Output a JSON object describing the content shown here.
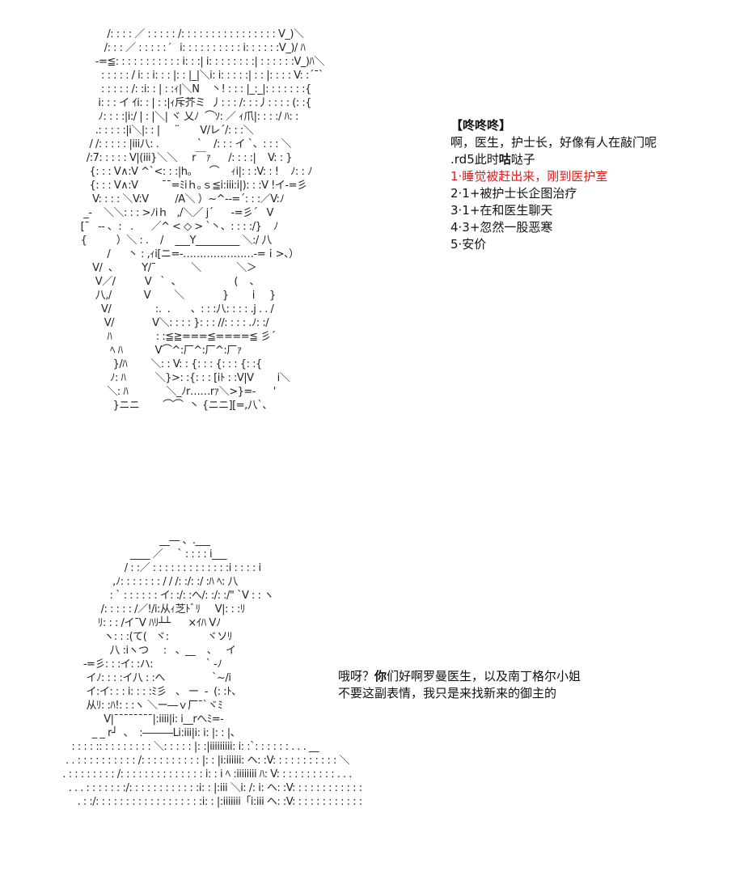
{
  "art": {
    "top_lines": [
      "          /: : : : ／ : : : : : /: : : : : : : : : : : : : : : : V_)＼",
      "         /: : : ／ : : : : : ′   i: : : : : : : : : : i: : : : : :V_)/ ﾊ",
      "      ‐=≦: : : : : : : : : : : i: : :| i: : : : : : : :| : : : : : :V_)ﾊ＼",
      "        : : : : : / i: : i: : : |: : |_|＼i: i: : : : :| : : |: : : : V: :´¯`",
      "        : : : : : /: :i: : | : :ｨ|＼N    丶! : : : |_:_|: : : : : : :{",
      "       i: : : イ ｲi: : | : :|ｨ斥芥ミ  丿: : : /: : :丿: : : : (: :{",
      "       ﾉ: : : :|i:/ | : |＼| ヾ 乂ﾉ  ⌒ｿ: ／ ｨ爪|: : : :/ ﾊ: :",
      "      .: : : : :|i＼|: : |     ¨       V/レ´/: : :＼",
      "    / /: : : : : |iii八: .             `    /: : : イ `、: : : ＼",
      "   /:7: : : : : V|(iii}＼＼     r￣ｧ      /: : : :|    V: : }",
      "    {: : : V∧:V ^`<: : :|h。    ⌒    ｨi|: : :V: : !    ﾉ: : ﾉ",
      "    {: : : V∧:V        ¯¯=ﾐiｈ｡ｓ≦i:iii:i|): : :V !イ-=彡",
      "     V: : : : ＼V:V         /A＼ ）~^‐‐=´: : :／V:ﾉ",
      "  _‐    ＼＼: : : >ﾉiｈ   ,/＼／ j´      -=彡´   V",
      " [¯   -- ､  :   .      ／^ < ◇ > `丶、: : : :/}    ﾉ",
      " {          ）＼ : .    /    ___Y_________ ＼:/ 八",
      "          /      丶 : ,ｨi[ニ=‐…………………‐=ｉ>、）",
      "     V/  、        Y/¯            ＼            ＼＞",
      "      V／/          V   `  、                  (    、",
      "      八,/           V        ＼             }        i     }",
      "        V/               :.  .       、: : :八: : : : .j . . /",
      "         V/             V＼: : : : }: : : //: : : : .ﾉ: :/",
      "          ﾊ               : :≦≧===≦====≦ 彡´",
      "           ﾍ ﾊ           V⌒^:厂^:厂^:厂ｧ",
      "            }/ﾊ        ＼: : V: : {: : : {: : : {: :{",
      "           ﾉ: ﾊ          ＼}>: :{: : : [iﾄ : :V|V        i＼",
      "          ＼: ﾊ             ＼_ﾉr……rｧ＼>}=‐      '",
      "            }ニニ        ⌒⌒  丶 {ニニ][=,八`、"
    ],
    "bottom_lines": [
      "                                        __― 、.___",
      "                              ____ ／     ` : : : : i___",
      "                            / : :／ : : : : : : : : : : : : :i : : : : i",
      "                        ,ﾉ: : : : : : : / / /: :/: :/ :ﾊ ﾍ: 八",
      "                       : ` : : : : : : イ: :/: :へ/: :/: :/\" `V : : ヽ",
      "                    /: : : : : /／!/i:从ｨ芝ﾄﾞﾘ     V|: : :ﾘ",
      "                   ﾘ: : : /イ¯V ﾊﾘ┴┴      ×ｲﾊ Vﾉ",
      "                     ヽ: : :(て(   ヾ:             ヾソﾘ",
      "                       八 :iヽつ     :   、__    、   イ",
      "              ‐=彡: : :イ: :ハ:                  ` ‐ﾉ",
      "               イﾉ: : : :イ八 : :へ                `~/i",
      "               イ:イ: : : i: : : :ﾐ彡   、 ー  ‐  (: :ﾄ、",
      "               从ﾘ: :ﾊ!: : :ヽ ＼ー―ｖ厂¯`ヾﾐ",
      "                     V|¯¯¯¯¯¯¯¯|:iiii|i: i__rへﾐ=‐",
      "                 _ _ r┘  、  :―――Li:iii|i: i: |: : |、",
      "          : : : : :: : : : : : : : : ＼: : : : : |: :|iiiiiiiii: i: :`: : : : : : . . . __",
      "        . . : : : : : : : : : : /: : : : : : : : : : |: : |i:iiiiii: ヘ: :V: : : : : : : : : : : ＼",
      "       . : : : : : : : : /: : : : : : : : : : : : : : i: : i ﾍ :iiiiiiii ﾊ: V: : : : : : : : : : . . .",
      "         . . . : : : : : : :/: : : : : : : : : : : :i: : |:iii ＼i: /: i: ヘ: :V: : : : : : : : : : : :",
      "            . : :/: : : : : : : : : : : : : : : : : :i: : |:iiiiiii「i:iii ヘ: :V: : : : : : : : : : : :"
    ]
  },
  "choices": {
    "header": "【咚咚咚】",
    "line1": "啊，医生，护士长，好像有人在敲门呢",
    "roll_prefix": ".rd5此时",
    "roll_bold": "咕",
    "roll_suffix": "哒子",
    "items": [
      "1·睡觉被赶出来，刚到医护室",
      "2·1+被护士长企图治疗",
      "3·1+在和医生聊天",
      "4·3+忽然一股恶寒",
      "5·安价"
    ]
  },
  "speech": {
    "line1_prefix": "哦呀？",
    "line1_bold": "你",
    "line1_suffix": "们好啊罗曼医生，以及南丁格尔小姐",
    "line2": "不要这副表情，我只是来找新来的御主的"
  },
  "colors": {
    "text": "#111111",
    "highlight": "#e01b1b",
    "background": "#ffffff"
  }
}
